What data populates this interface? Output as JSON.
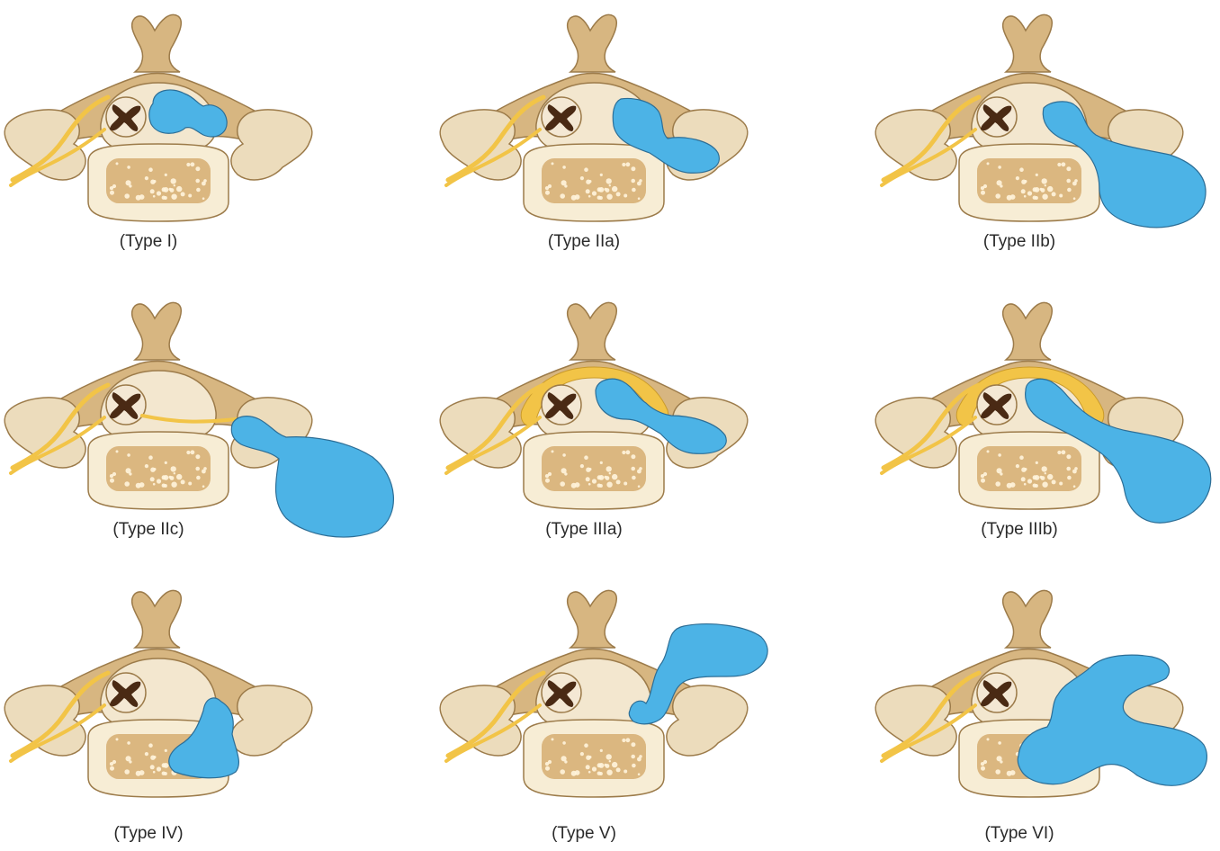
{
  "colors": {
    "bone": "#d7b681",
    "bone_stroke": "#9c7b4a",
    "process": "#ecdcbc",
    "canal": "#f3e7cf",
    "body_fill": "#f7edd5",
    "marrow": "#c48a3b",
    "cord_dark": "#4a2a14",
    "cord_light": "#f4e8d4",
    "nerve": "#f2c447",
    "nerve_stroke": "#c99a2a",
    "tumor": "#4cb3e6",
    "tumor_stroke": "#2d6e96",
    "caption": "#2a2a2a"
  },
  "panels": [
    {
      "id": "type-i",
      "label": "(Type I)",
      "tumor": "type-i",
      "extradural": false,
      "spread_nerves": false
    },
    {
      "id": "type-iia",
      "label": "(Type IIa)",
      "tumor": "type-iia",
      "extradural": false,
      "spread_nerves": false
    },
    {
      "id": "type-iib",
      "label": "(Type IIb)",
      "tumor": "type-iib",
      "extradural": false,
      "spread_nerves": false
    },
    {
      "id": "type-iic",
      "label": "(Type IIc)",
      "tumor": "type-iic",
      "extradural": false,
      "spread_nerves": true
    },
    {
      "id": "type-iiia",
      "label": "(Type IIIa)",
      "tumor": "type-iiia",
      "extradural": true,
      "spread_nerves": false
    },
    {
      "id": "type-iiib",
      "label": "(Type IIIb)",
      "tumor": "type-iiib",
      "extradural": true,
      "spread_nerves": false
    },
    {
      "id": "type-iv",
      "label": "(Type IV)",
      "tumor": "type-iv",
      "extradural": false,
      "spread_nerves": false
    },
    {
      "id": "type-v",
      "label": "(Type V)",
      "tumor": "type-v",
      "extradural": false,
      "spread_nerves": false
    },
    {
      "id": "type-vi",
      "label": "(Type VI)",
      "tumor": "type-vi",
      "extradural": false,
      "spread_nerves": false
    }
  ]
}
